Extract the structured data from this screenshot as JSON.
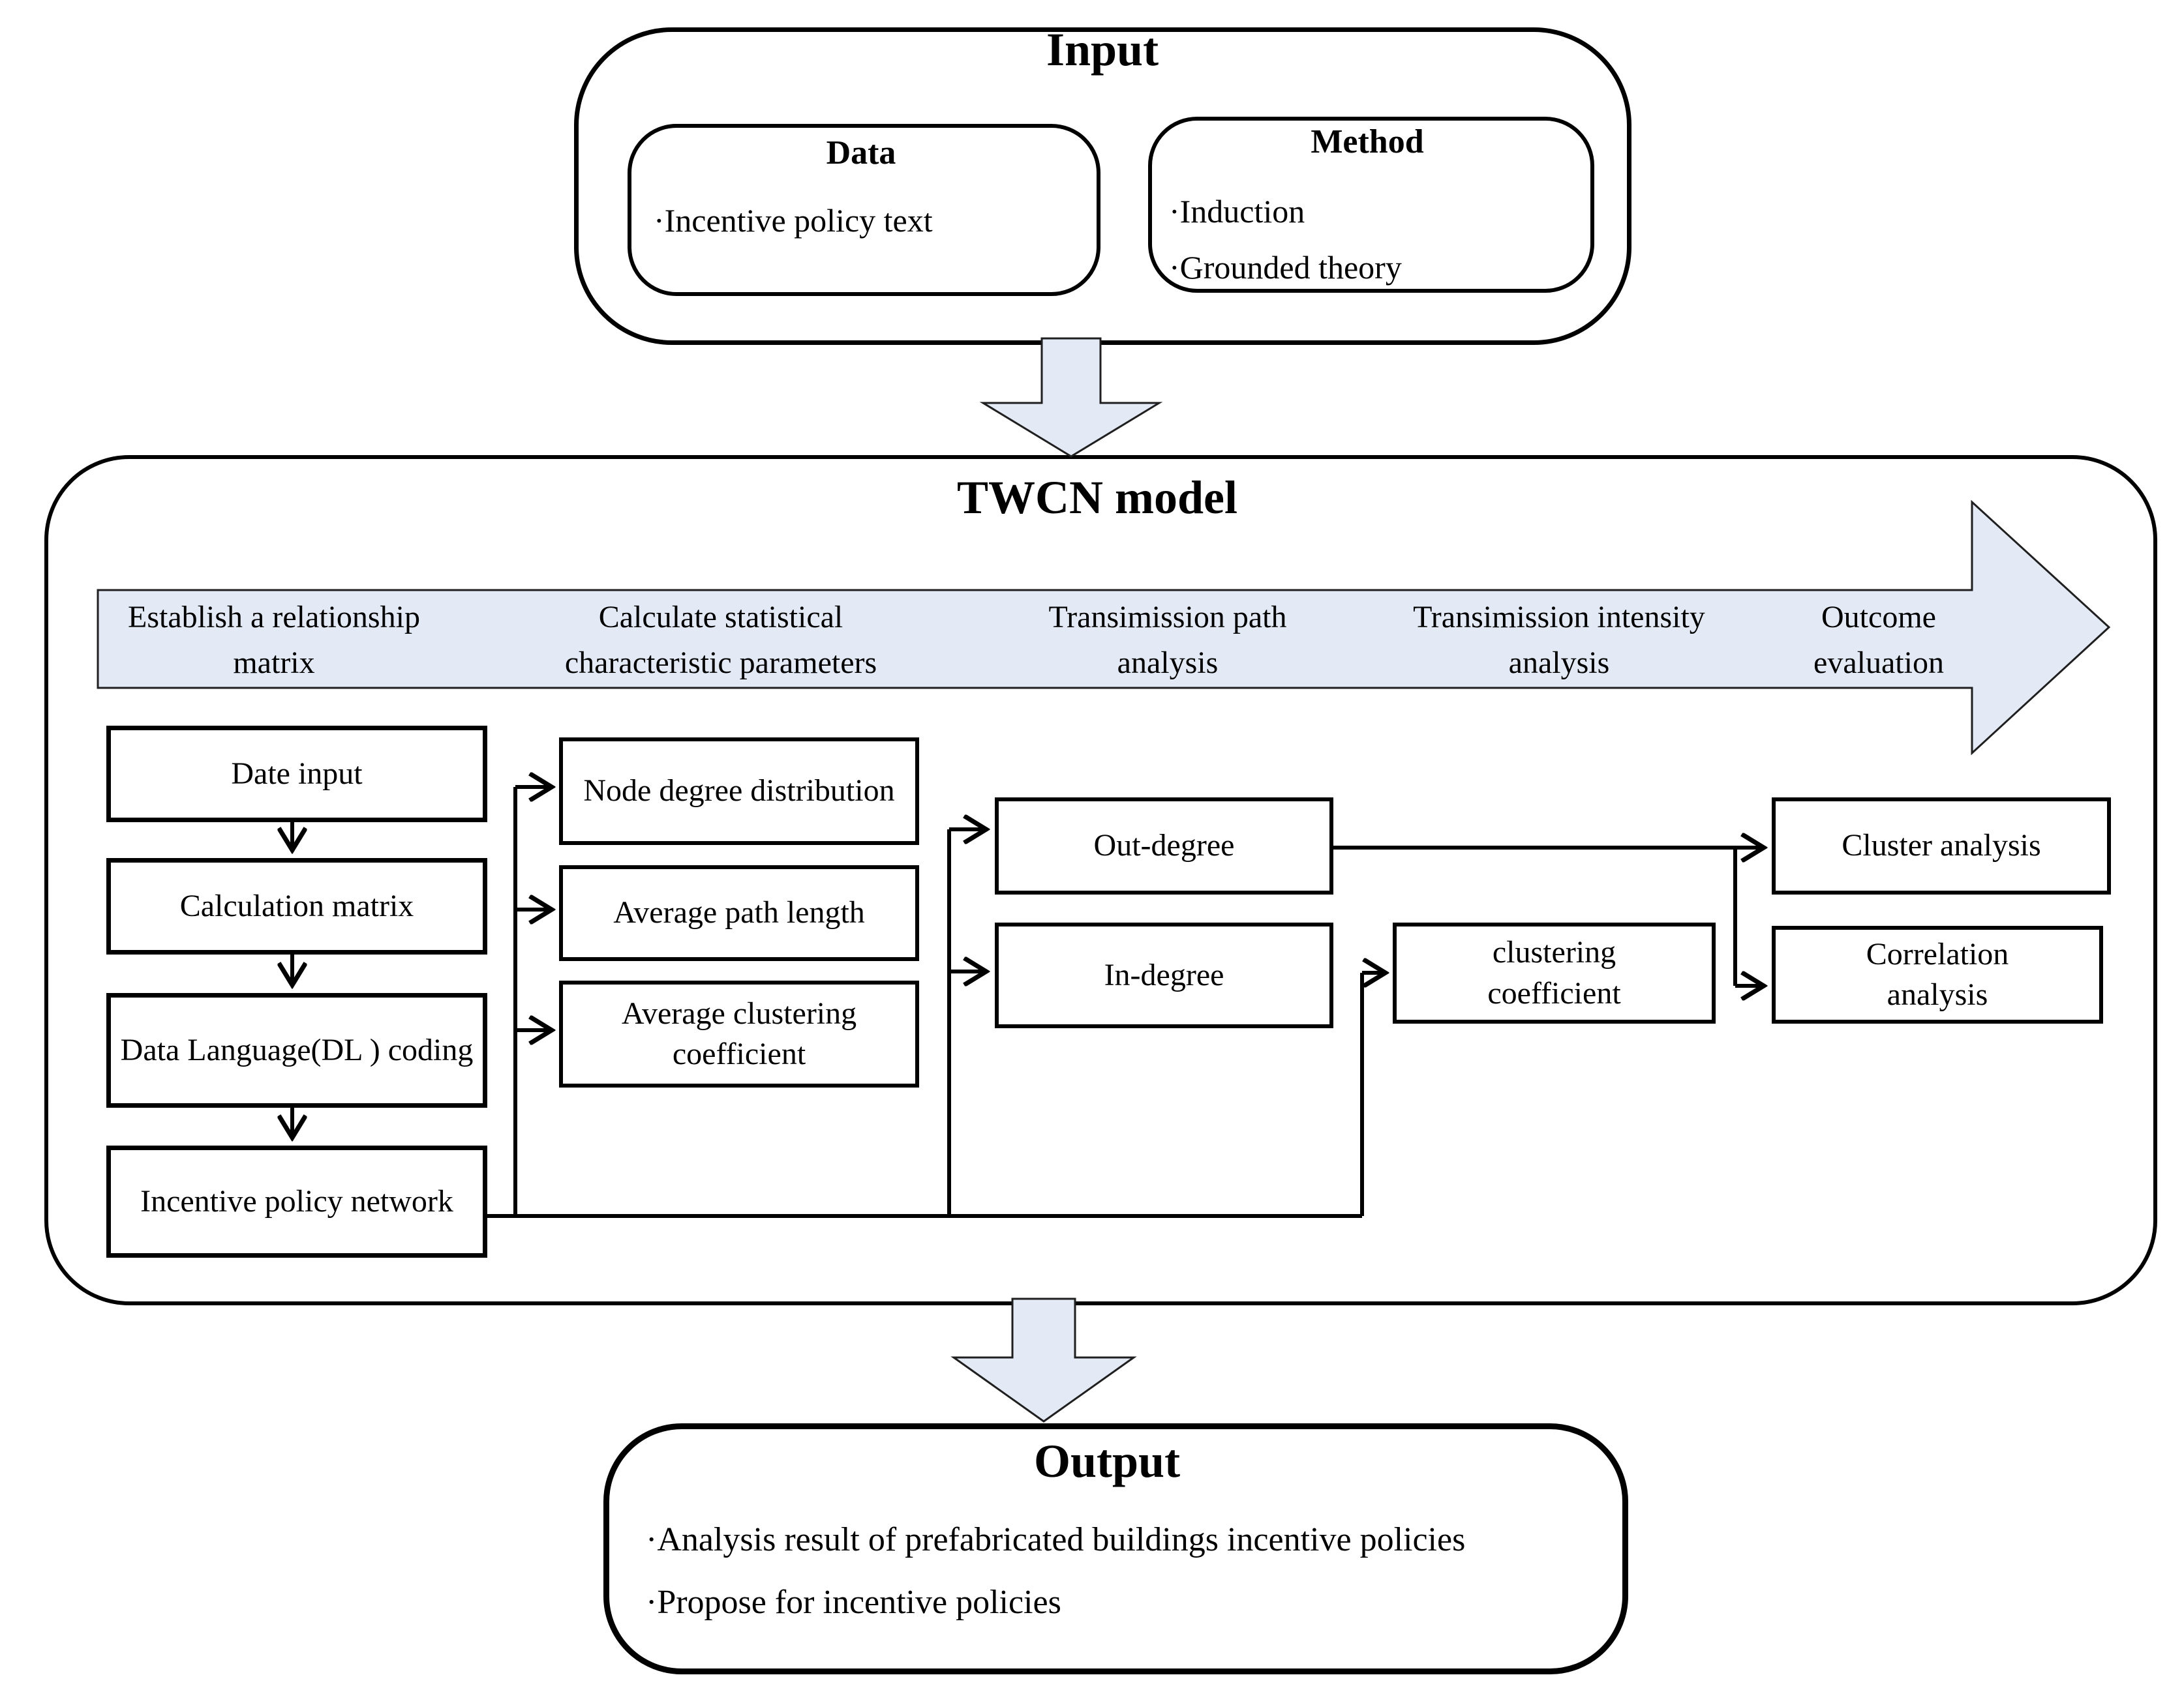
{
  "input_section": {
    "title": "Input",
    "data_box": {
      "title": "Data",
      "items": [
        "·Incentive policy text"
      ]
    },
    "method_box": {
      "title": "Method",
      "items": [
        "·Induction",
        "·Grounded theory"
      ]
    }
  },
  "model_section": {
    "title": "TWCN model",
    "process_steps": [
      "Establish a relationship matrix",
      "Calculate statistical characteristic parameters",
      "Transimission path analysis",
      "Transimission intensity analysis",
      "Outcome evaluation"
    ],
    "boxes": {
      "date_input": "Date input",
      "calculation_matrix": "Calculation matrix",
      "dl_coding": "Data Language(DL ) coding",
      "incentive_policy_network": "Incentive policy network",
      "node_degree_distribution": "Node degree distribution",
      "average_path_length": "Average path length",
      "average_clustering_coefficient": "Average clustering coefficient",
      "out_degree": "Out-degree",
      "in_degree": "In-degree",
      "clustering_coefficient": "clustering coefficient",
      "cluster_analysis": "Cluster analysis",
      "correlation_analysis": "Correlation analysis"
    }
  },
  "output_section": {
    "title": "Output",
    "items": [
      "·Analysis result of prefabricated buildings incentive policies",
      "·Propose for incentive policies"
    ]
  },
  "colors": {
    "flow_arrow_fill": "#e3eaf6",
    "line_color": "#000000"
  }
}
